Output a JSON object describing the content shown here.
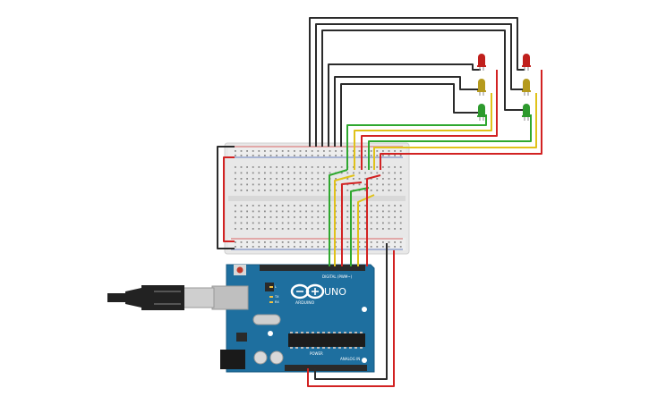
{
  "board": {
    "model_label": "UNO",
    "brand_label": "ARDUINO",
    "digital_label": "DIGITAL (PWM~)",
    "analog_label": "ANALOG IN",
    "power_label": "POWER",
    "tx_label": "TX",
    "rx_label": "RX",
    "l_label": "L"
  },
  "colors": {
    "board": "#1e6f9f",
    "breadboard": "#e6e6e6",
    "wire_black": "#2b2b2b",
    "wire_red": "#d22222",
    "wire_yellow": "#e0c21a",
    "wire_green": "#2fa82f",
    "led_red": "#c0201c",
    "led_yellow": "#b59a1c",
    "led_green": "#2d9a2d"
  },
  "leds": [
    {
      "color": "red"
    },
    {
      "color": "yellow"
    },
    {
      "color": "green"
    },
    {
      "color": "red"
    },
    {
      "color": "yellow"
    },
    {
      "color": "green"
    }
  ]
}
